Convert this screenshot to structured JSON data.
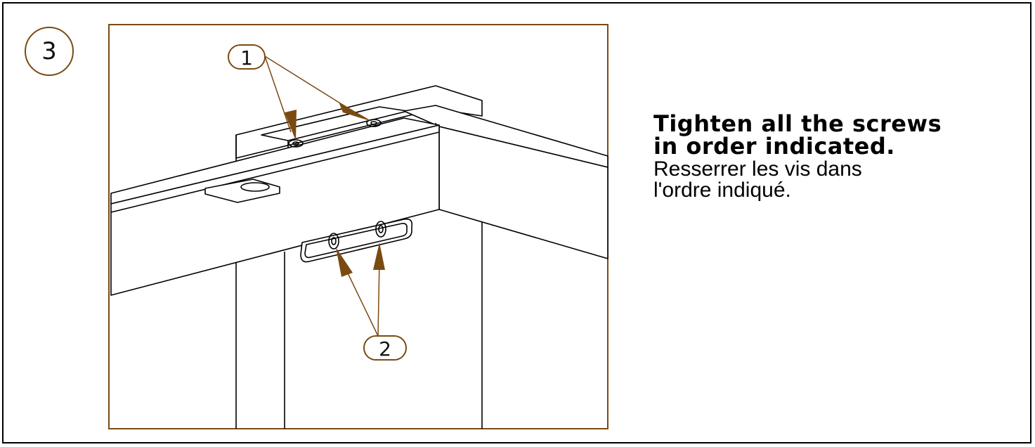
{
  "step": {
    "number": "3"
  },
  "instructions": {
    "title_line1": "Tighten all the screws",
    "title_line2": "in order indicated.",
    "subtitle_line1": "Resserrer les vis dans",
    "subtitle_line2": "l'ordre indiqué."
  },
  "callouts": [
    {
      "label": "1"
    },
    {
      "label": "2"
    }
  ],
  "colors": {
    "accent": "#7a4a12",
    "line": "#000000"
  }
}
